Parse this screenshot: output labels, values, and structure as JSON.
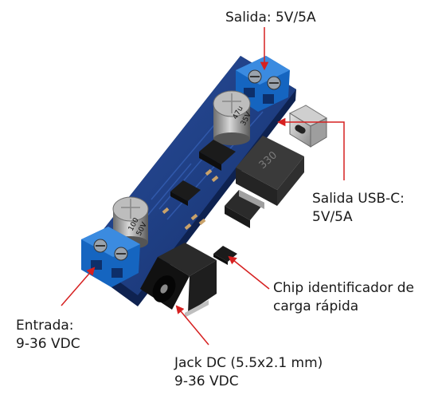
{
  "labels": {
    "output": "Salida: 5V/5A",
    "usb_c": [
      "Salida USB-C:",
      "5V/5A"
    ],
    "chip": [
      "Chip identificador de",
      "carga rápida"
    ],
    "input": [
      "Entrada:",
      "9-36 VDC"
    ],
    "dc_jack": [
      "Jack DC (5.5x2.1 mm)",
      "9-36 VDC"
    ]
  },
  "components": {
    "capacitor_top_marking": [
      "47u",
      "35V"
    ],
    "capacitor_left_marking": [
      "100",
      "50V"
    ],
    "inductor_marking": "330"
  },
  "colors": {
    "arrow": "#d62020",
    "pcb": "#1f3f86",
    "terminal": "#1565c0"
  }
}
